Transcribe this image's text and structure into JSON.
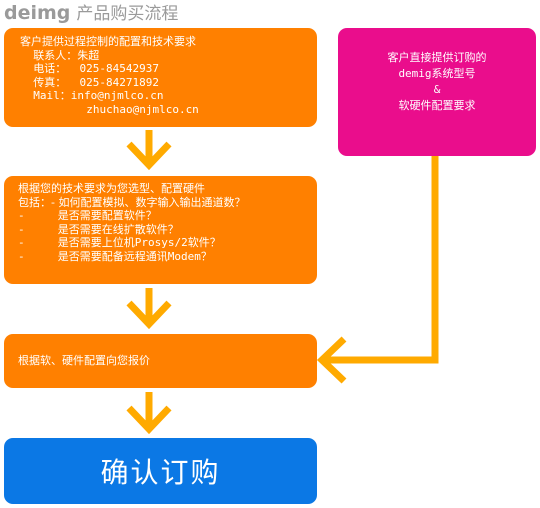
{
  "colors": {
    "orange": "#ff8000",
    "pink": "#ea0d8c",
    "blue": "#0b78e5",
    "arrow": "#ffaa00",
    "title_gray": "#9a9a9a"
  },
  "title": {
    "brand": "deimg",
    "rest": "产品购买流程"
  },
  "box1": {
    "lines": [
      "客户提供过程控制的配置和技术要求",
      "  联系人：朱超",
      "  电话：  025-84542937",
      "  传真：  025-84271892",
      "  Mail：info@njmlco.cn",
      "          zhuchao@njmlco.cn"
    ]
  },
  "pink_box": {
    "lines": [
      "客户直接提供订购的",
      "demig系统型号",
      "&",
      "软硬件配置要求"
    ]
  },
  "box2": {
    "lines": [
      "根据您的技术要求为您选型、配置硬件",
      "包括：- 如何配置模拟、数字输入输出通道数？",
      "-     是否需要配置软件？",
      "-     是否需要在线扩散软件？",
      "-     是否需要上位机Prosys/2软件？",
      "-     是否需要配备远程通讯Modem？"
    ]
  },
  "box3": {
    "text": "根据软、硬件配置向您报价"
  },
  "box4": {
    "text": "确认订购"
  },
  "arrows": [
    "down-arrow",
    "down-arrow",
    "down-arrow",
    "elbow-left-arrow"
  ]
}
